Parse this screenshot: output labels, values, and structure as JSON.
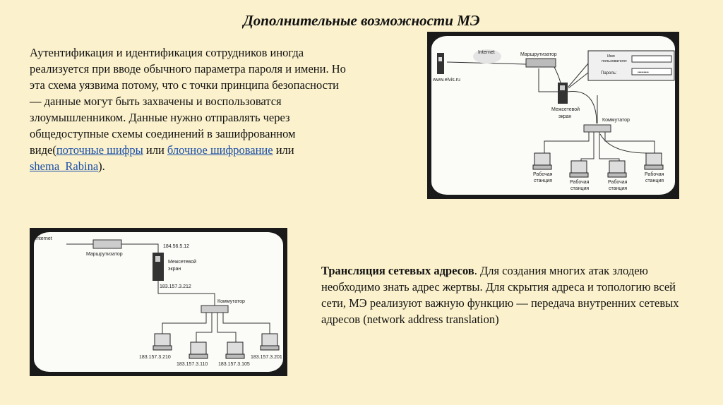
{
  "title": "Дополнительные возможности МЭ",
  "auth_text": {
    "before": "Аутентификация и идентификация сотрудников иногда реализуется при вводе обычного параметра пароля и имени. Но эта схема уязвима потому, что с точки принципа безопасности — данные могут быть захвачены и воспользоватся злоумышленником. Данные нужно отправлять через общедоступные схемы соединений в зашифрованном виде(",
    "link1": "поточные шифры",
    "sep1": " или ",
    "link2": "блочное шифрование",
    "sep2": " или ",
    "link3": "shema_Rabina",
    "after": ")."
  },
  "nat_text": {
    "bold": "Трансляция сетевых адресов",
    "rest": ". Для создания многих атак злодею необходимо знать адрес жертвы. Для скрытия адреса и топологию всей сети, МЭ реализуют важную функцию — передача внутренних сетевых адресов (network address translation)"
  },
  "diagram1": {
    "server_label": "www.elvis.ru",
    "internet": "Internet",
    "router": "Маршрутизатор",
    "login_user": [
      "Имя",
      "пользователя:"
    ],
    "login_pass": "Пароль:",
    "password_mask": "•••••••••",
    "firewall": [
      "Межсетевой",
      "экран"
    ],
    "switch": "Коммутатор",
    "workstation": [
      "Рабочая",
      "станция"
    ]
  },
  "diagram2": {
    "internet": "Internet",
    "router": "Маршрутизатор",
    "external_ip": "184.56.5.12",
    "firewall": [
      "Межсетевой",
      "экран"
    ],
    "internal_ip": "183.157.3.212",
    "switch": "Коммутатор",
    "hosts": [
      "183.157.3.210",
      "183.157.3.110",
      "183.157.3.105",
      "183.157.3.201"
    ]
  }
}
